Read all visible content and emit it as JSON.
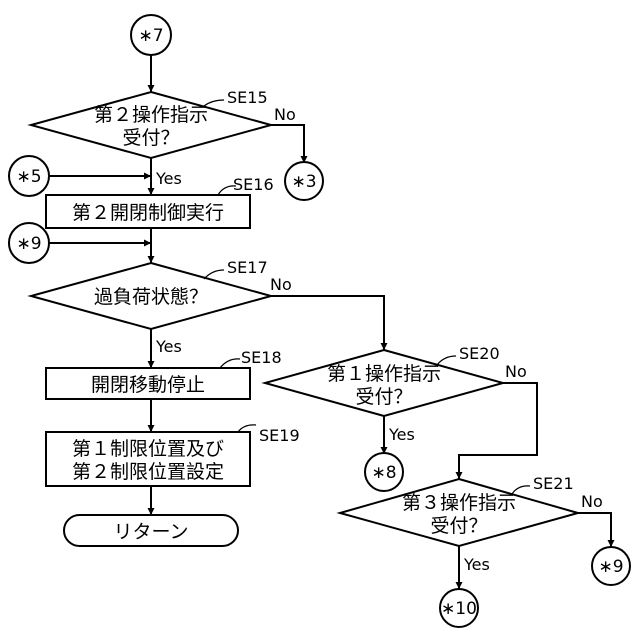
{
  "connectors": {
    "c7_top": "∗7",
    "c5_in": "∗5",
    "c3_out": "∗3",
    "c9_in": "∗9",
    "c8_out": "∗8",
    "c9_out": "∗9",
    "c10_out": "∗10"
  },
  "steps": {
    "se15": {
      "ref": "SE15",
      "lines": [
        "第２操作指示",
        "受付？"
      ]
    },
    "se16": {
      "ref": "SE16",
      "lines": [
        "第２開閉制御実行"
      ]
    },
    "se17": {
      "ref": "SE17",
      "lines": [
        "過負荷状態？"
      ]
    },
    "se18": {
      "ref": "SE18",
      "lines": [
        "開閉移動停止"
      ]
    },
    "se19": {
      "ref": "SE19",
      "lines": [
        "第１制限位置及び",
        "第２制限位置設定"
      ]
    },
    "se20": {
      "ref": "SE20",
      "lines": [
        "第１操作指示",
        "受付？"
      ]
    },
    "se21": {
      "ref": "SE21",
      "lines": [
        "第３操作指示",
        "受付？"
      ]
    },
    "end": {
      "lines": [
        "リターン"
      ]
    }
  },
  "branches": {
    "se15_yes": "Yes",
    "se15_no": "No",
    "se17_yes": "Yes",
    "se17_no": "No",
    "se20_yes": "Yes",
    "se20_no": "No",
    "se21_yes": "Yes",
    "se21_no": "No"
  }
}
